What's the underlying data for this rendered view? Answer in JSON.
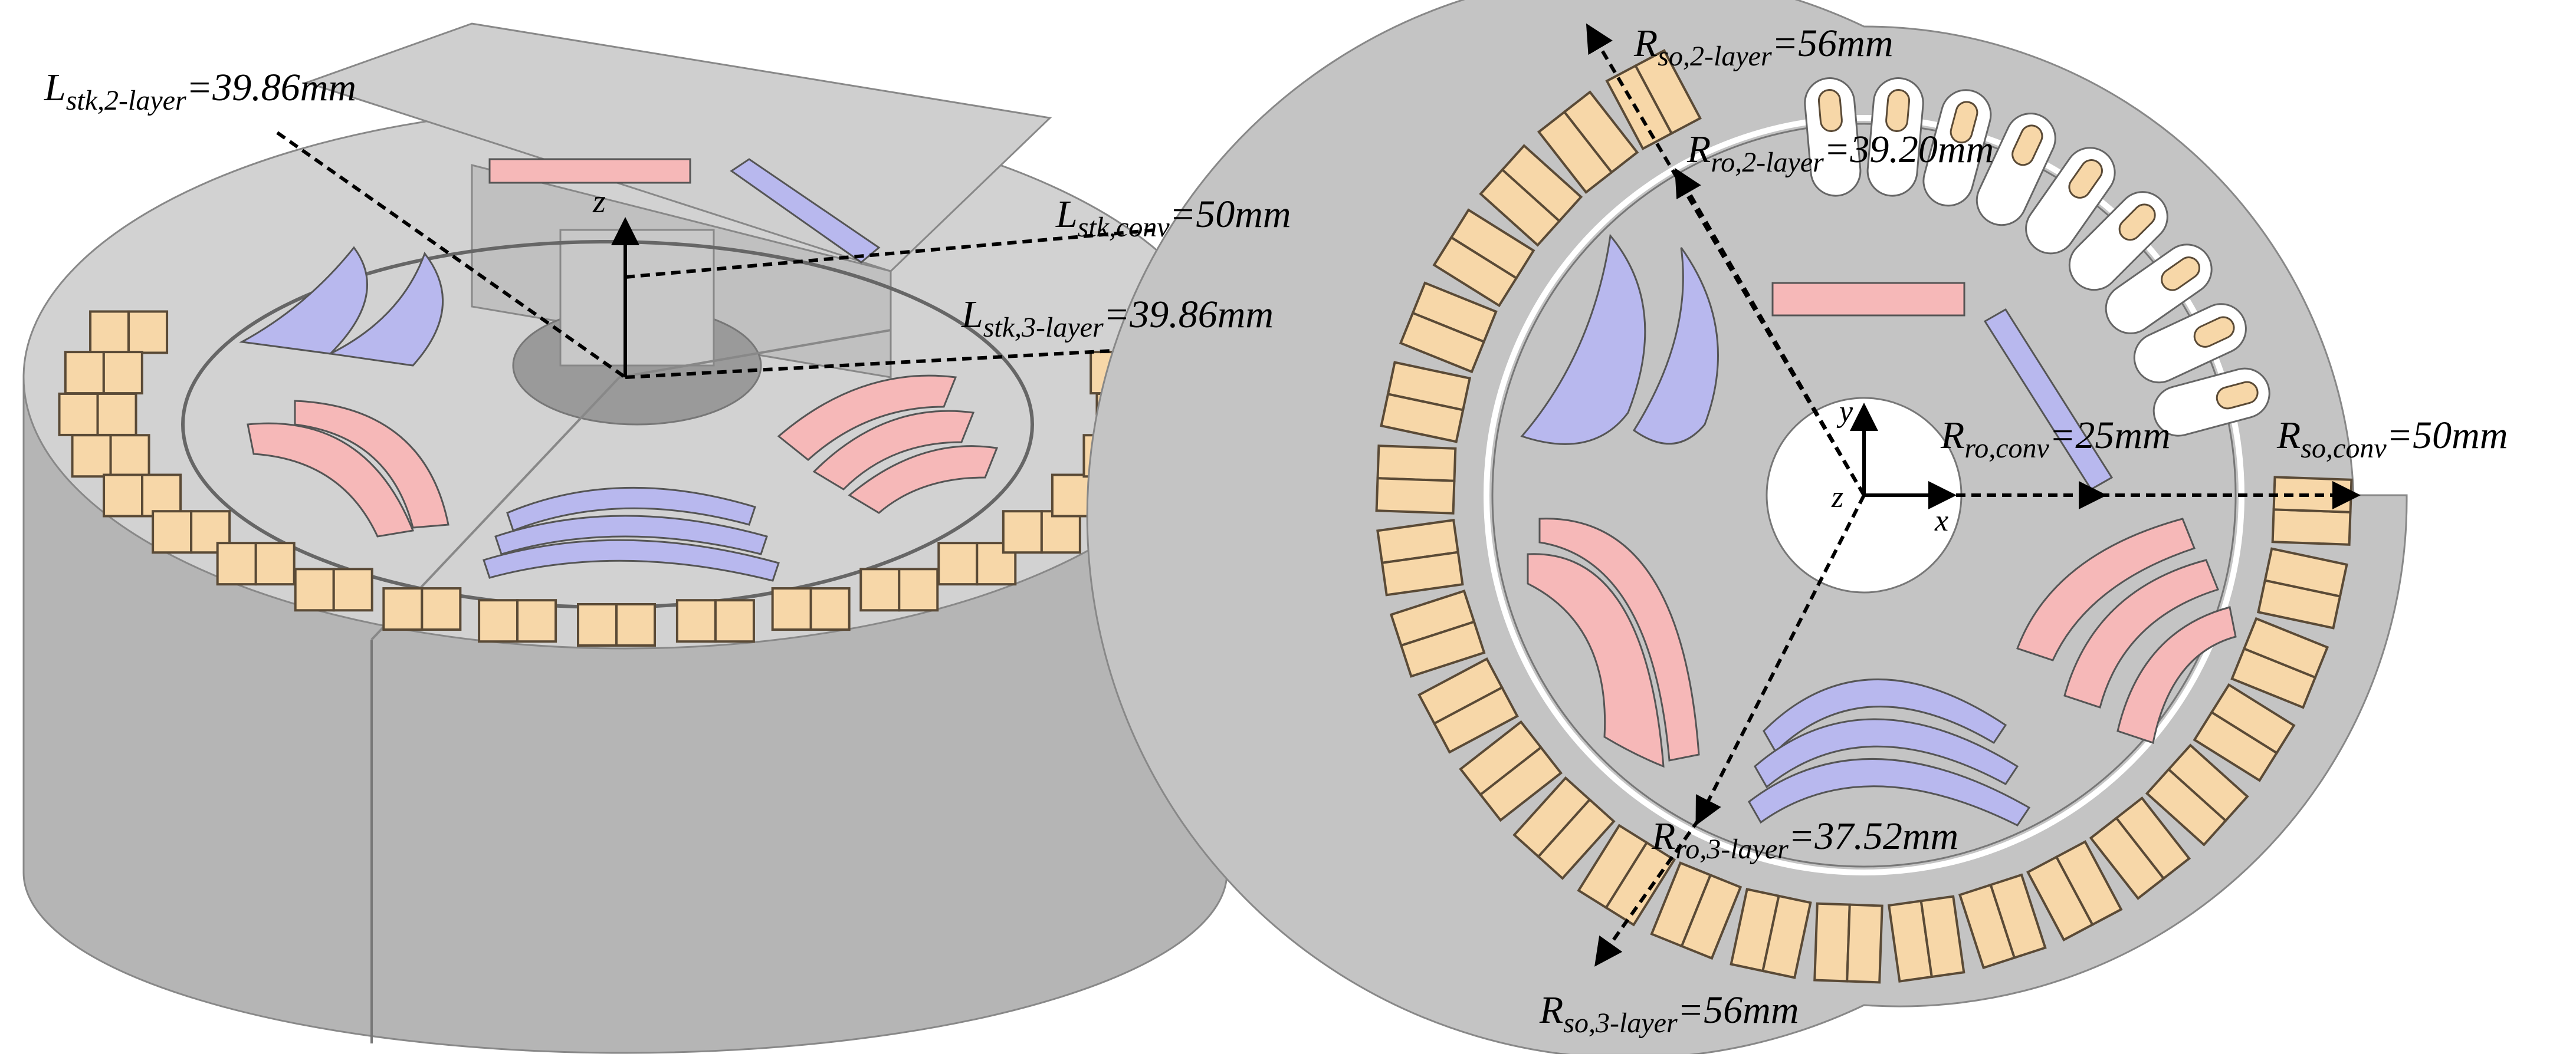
{
  "labels": {
    "lstk_2layer": {
      "main": "L",
      "sub": "stk,2-layer",
      "value": "=39.86mm"
    },
    "lstk_conv": {
      "main": "L",
      "sub": "stk,conv",
      "value": "=50mm"
    },
    "lstk_3layer": {
      "main": "L",
      "sub": "stk,3-layer",
      "value": "=39.86mm"
    },
    "rso_2layer": {
      "main": "R",
      "sub": "so,2-layer",
      "value": "=56mm"
    },
    "rro_2layer": {
      "main": "R",
      "sub": "ro,2-layer",
      "value": "=39.20mm"
    },
    "rro_conv": {
      "main": "R",
      "sub": "ro,conv",
      "value": "=25mm"
    },
    "rso_conv": {
      "main": "R",
      "sub": "so,conv",
      "value": "=50mm"
    },
    "rro_3layer": {
      "main": "R",
      "sub": "ro,3-layer",
      "value": "=37.52mm"
    },
    "rso_3layer": {
      "main": "R",
      "sub": "so,3-layer",
      "value": "=56mm"
    }
  },
  "axes": {
    "x": "x",
    "y": "y",
    "z_left": "z",
    "z_right": "z"
  },
  "colors": {
    "steel": "#c4c4c4",
    "steel_top": "#d2d2d2",
    "steel_side": "#b8b8b8",
    "winding": "#f7d7a8",
    "winding_edge": "#5a4a36",
    "magnet_blue": "#b8b8ee",
    "magnet_pink": "#f6b8b8",
    "slot": "#ffffff"
  }
}
